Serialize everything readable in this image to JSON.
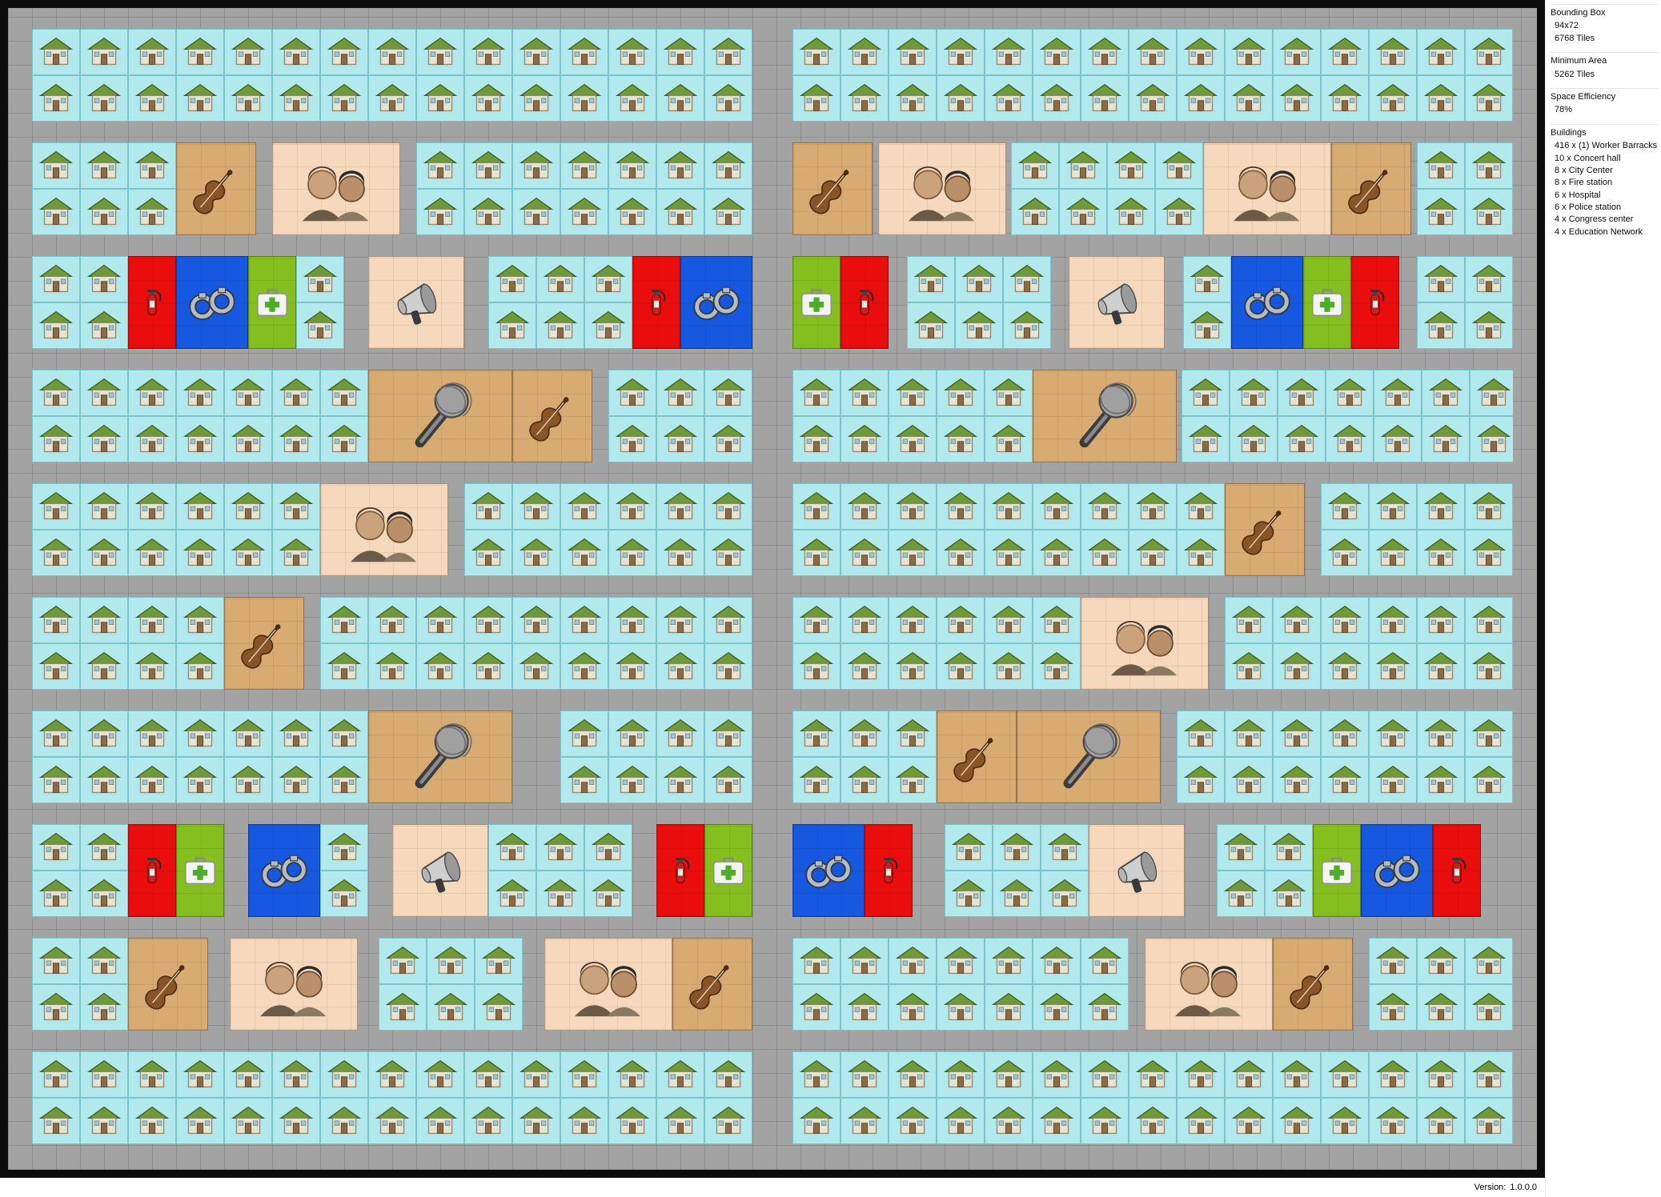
{
  "sidebar": {
    "sections": [
      {
        "title": "Bounding Box",
        "lines": [
          "94x72",
          "6768 Tiles"
        ]
      },
      {
        "title": "Minimum Area",
        "lines": [
          "5262 Tiles"
        ]
      },
      {
        "title": "Space Efficiency",
        "lines": [
          "78%"
        ]
      },
      {
        "title": "Buildings",
        "lines": [
          "416 x (1) Worker Barracks",
          "10 x Concert hall",
          "8 x City Center",
          "8 x Fire station",
          "6 x Hospital",
          "6 x Police station",
          "4 x Congress center",
          "4 x Education Network"
        ]
      }
    ]
  },
  "statusbar": {
    "version_label": "Version:",
    "version_value": "1.0.0.0"
  },
  "map": {
    "colors": {
      "road": "#a3a3a3",
      "barracks_tile": "#b2e9ec",
      "concert_hall": "#d7ab72",
      "city_center": "#f6d9bc",
      "fire_station": "#ea0d0d",
      "hospital": "#84bf1f",
      "police_station": "#1659e0",
      "congress_center": "#f6d9bc",
      "education_network": "#d7ab72",
      "frame": "#0c0c0c"
    },
    "legend": {
      "h": {
        "name": "Worker Barracks",
        "slug": "worker-barracks-tile",
        "icon": "house-icon",
        "color": "#b2e9ec",
        "w": 60
      },
      "ch": {
        "name": "Concert hall",
        "slug": "concert-hall-building",
        "icon": "violin-icon",
        "color": "#d7ab72",
        "w": 100
      },
      "cc": {
        "name": "City Center",
        "slug": "city-center-building",
        "icon": "faces-icon",
        "color": "#f6d9bc",
        "w": 160
      },
      "fs": {
        "name": "Fire station",
        "slug": "fire-station-building",
        "icon": "fire-extinguisher-icon",
        "color": "#ea0d0d",
        "w": 60
      },
      "hp": {
        "name": "Hospital",
        "slug": "hospital-building",
        "icon": "medkit-icon",
        "color": "#84bf1f",
        "w": 60
      },
      "ps": {
        "name": "Police station",
        "slug": "police-station-building",
        "icon": "handcuffs-icon",
        "color": "#1659e0",
        "w": 90
      },
      "cg": {
        "name": "Congress center",
        "slug": "congress-center-building",
        "icon": "megaphone-icon",
        "color": "#f6d9bc",
        "w": 120
      },
      "ed": {
        "name": "Education Network",
        "slug": "education-network-building",
        "icon": "microphone-icon",
        "color": "#d7ab72",
        "w": 180
      }
    },
    "rows": [
      {
        "left": [
          "h:15"
        ],
        "right": [
          "h:15"
        ]
      },
      {
        "left": [
          "h:3",
          "ch",
          "r",
          "cc",
          "r",
          "h:7"
        ],
        "right": [
          "ch",
          "r",
          "cc",
          "r",
          "h:4",
          "cc",
          "ch",
          "r",
          "h:2"
        ]
      },
      {
        "left": [
          "h:2",
          "fs",
          "ps",
          "hp",
          "h:1",
          "r",
          "cg",
          "r",
          "h:3",
          "fs",
          "ps"
        ],
        "right": [
          "hp",
          "fs",
          "r",
          "h:3",
          "r",
          "cg",
          "r",
          "h:1",
          "ps",
          "hp",
          "fs",
          "r",
          "h:2"
        ]
      },
      {
        "left": [
          "h:7",
          "ed",
          "ch",
          "r",
          "h:3"
        ],
        "right": [
          "h:5",
          "ed",
          "r",
          "h:7"
        ]
      },
      {
        "left": [
          "h:6",
          "cc",
          "r",
          "h:6"
        ],
        "right": [
          "h:9",
          "ch",
          "r",
          "h:4"
        ]
      },
      {
        "gap": "wide",
        "left": [
          "h:4",
          "ch",
          "r",
          "h:9"
        ],
        "right": [
          "h:6",
          "cc",
          "r",
          "h:6"
        ]
      },
      {
        "left": [
          "h:7",
          "ed",
          "r",
          "h:4"
        ],
        "right": [
          "h:3",
          "ch",
          "ed",
          "r",
          "h:7"
        ]
      },
      {
        "left": [
          "h:2",
          "fs",
          "hp",
          "r",
          "ps",
          "h:1",
          "r",
          "cg",
          "h:3",
          "r",
          "fs",
          "hp"
        ],
        "right": [
          "ps",
          "fs",
          "r",
          "h:3",
          "cg",
          "r",
          "h:2",
          "hp",
          "ps",
          "fs",
          "r"
        ]
      },
      {
        "left": [
          "h:2",
          "ch",
          "r",
          "cc",
          "r",
          "h:3",
          "r",
          "cc",
          "ch"
        ],
        "right": [
          "h:7",
          "r",
          "cc",
          "ch",
          "r",
          "h:3"
        ]
      },
      {
        "left": [
          "h:15"
        ],
        "right": [
          "h:15"
        ]
      }
    ]
  }
}
